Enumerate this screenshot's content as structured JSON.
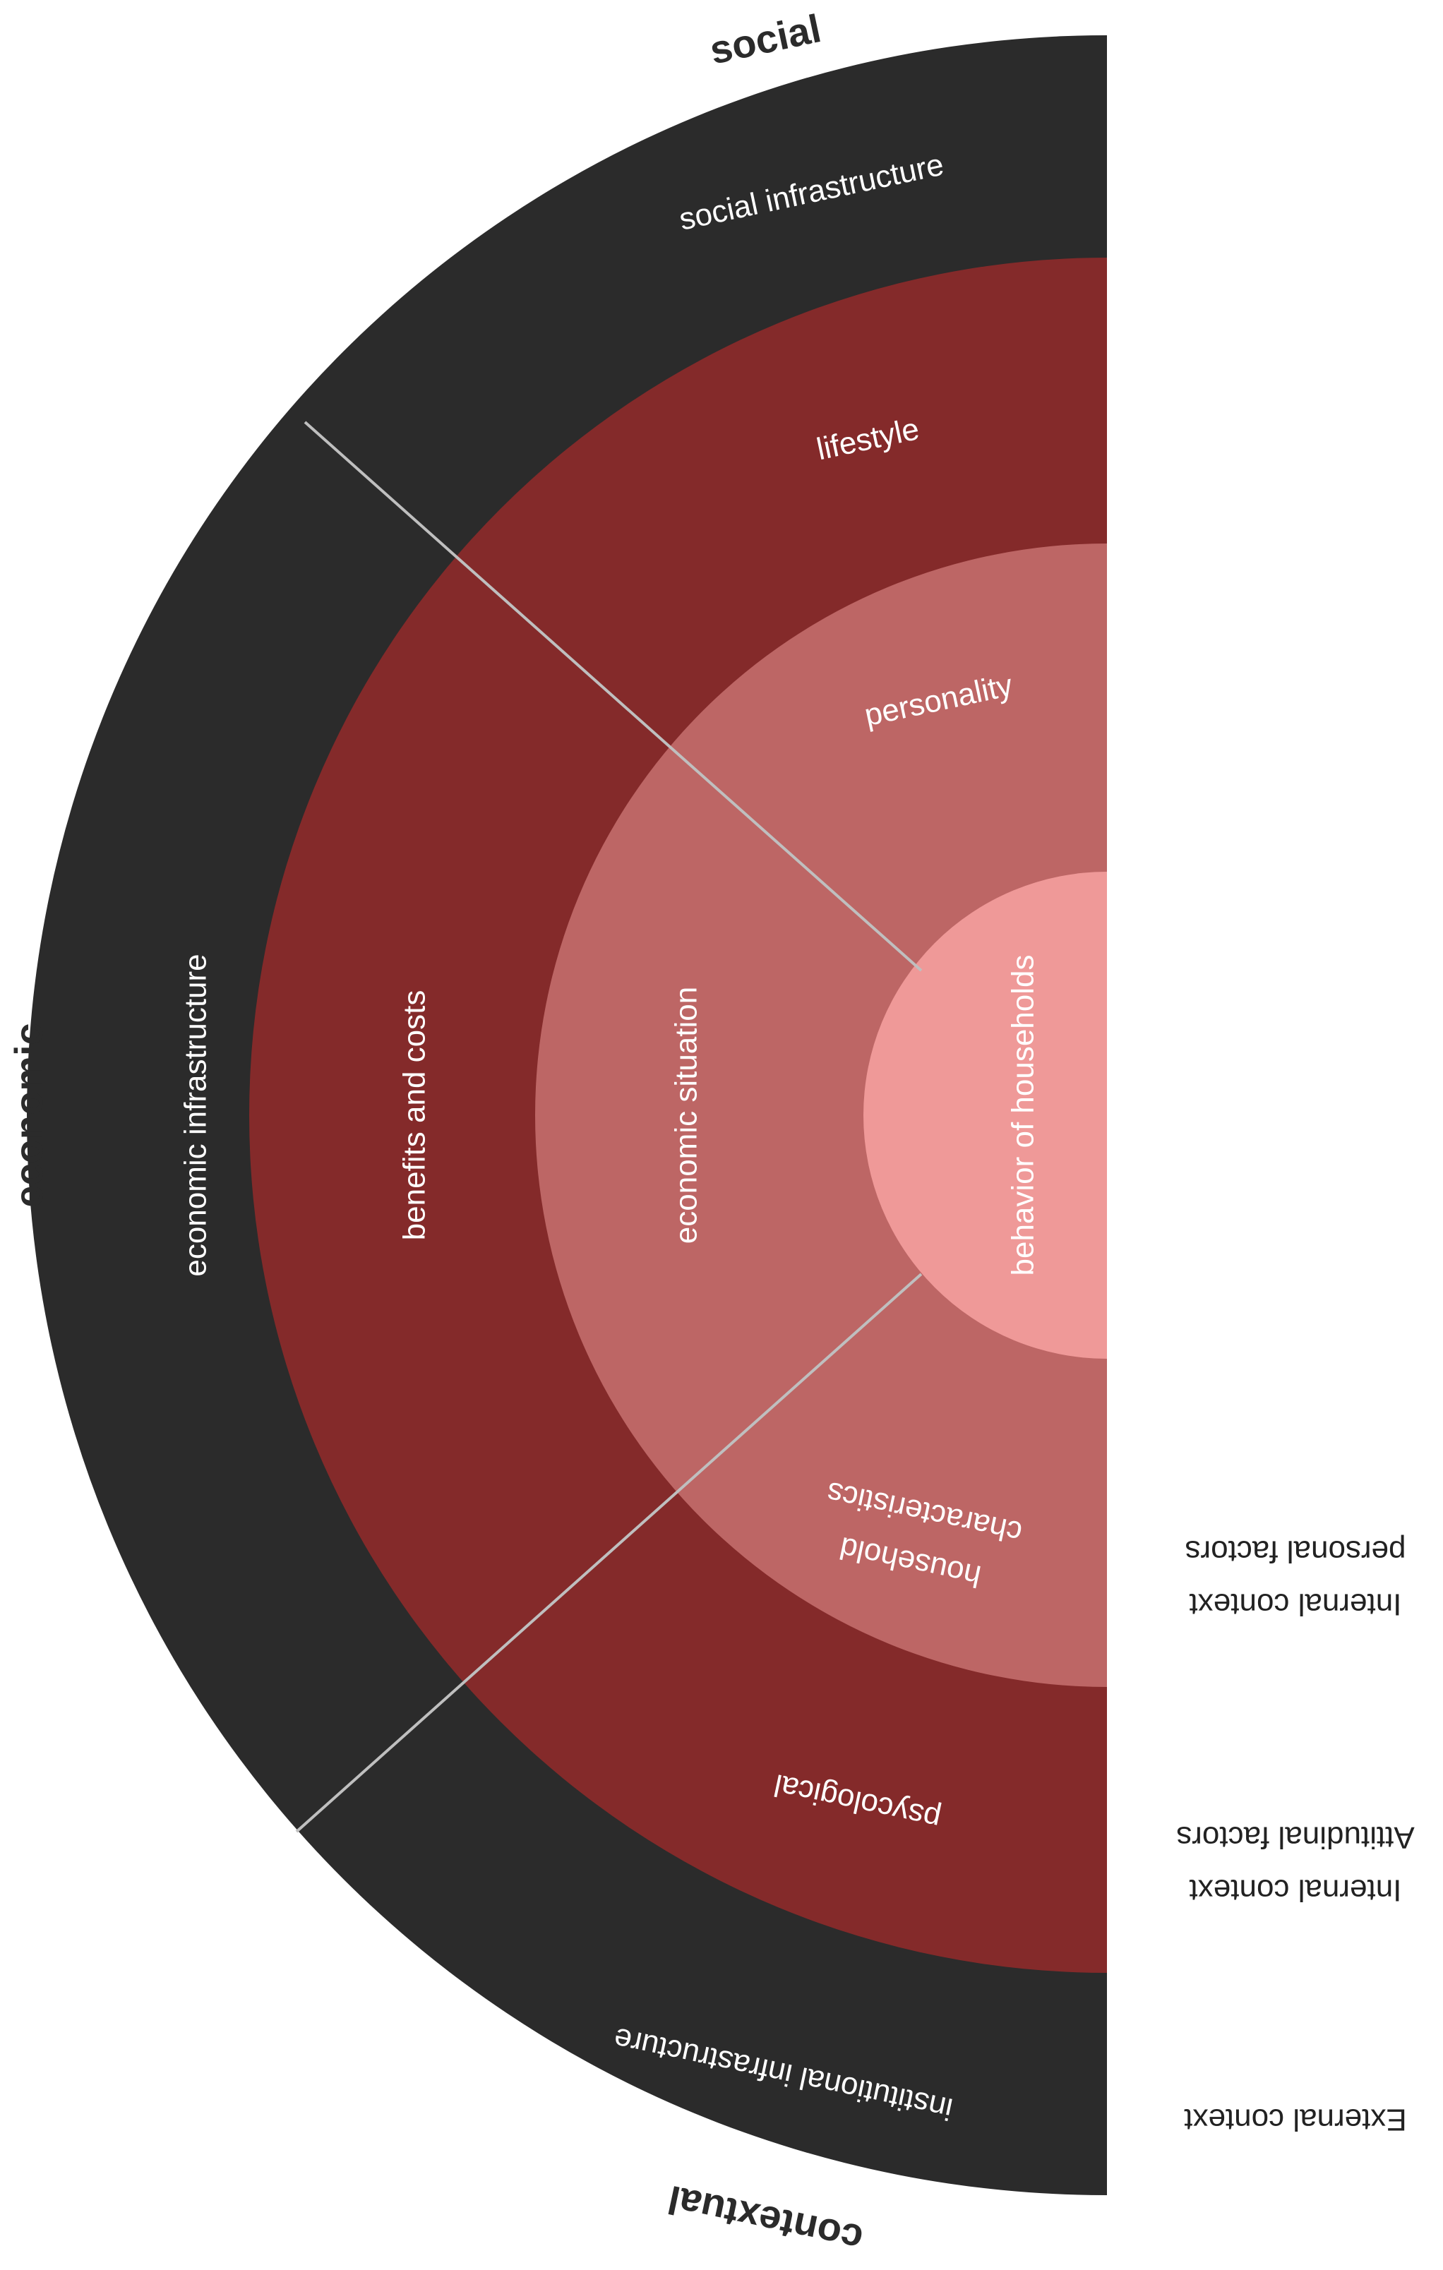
{
  "colors": {
    "background": "#ffffff",
    "outer_ring": "#2b2b2b",
    "ring2": "#842a2a",
    "ring3": "#bd6665",
    "core": "#ef9998",
    "divider": "#bfbfbf"
  },
  "categories": {
    "social": "social",
    "economic": "economic",
    "contextual": "contextual"
  },
  "core": {
    "label": "behavior of households"
  },
  "outer_ring": {
    "social": "social infrastructure",
    "economic": "economic infrastructure",
    "contextual": "institutional infrastructure"
  },
  "ring2": {
    "social": "lifestyle",
    "economic": "benefits and costs",
    "contextual": "psycological"
  },
  "ring3": {
    "social": "personality",
    "economic": "economic situation",
    "contextual_line1": "household",
    "contextual_line2": "characteristics"
  },
  "side_labels": {
    "personal_line1": "Internal context",
    "personal_line2": "personal factors",
    "attitudinal_line1": "Internal context",
    "attitudinal_line2": "Attitudinal factors",
    "external": "External context"
  }
}
